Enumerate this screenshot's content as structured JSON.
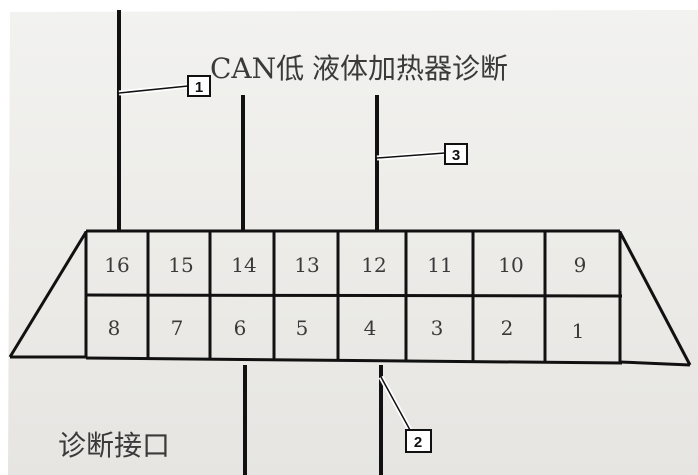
{
  "labels": {
    "top_left": "CAN低",
    "top_right": "液体加热器诊断",
    "bottom_left": "诊断接口"
  },
  "pins": {
    "top_row": [
      "16",
      "15",
      "14",
      "13",
      "12",
      "11",
      "10",
      "9"
    ],
    "bottom_row": [
      "8",
      "7",
      "6",
      "5",
      "4",
      "3",
      "2",
      "1"
    ]
  },
  "callouts": {
    "c1": "1",
    "c2": "2",
    "c3": "3"
  }
}
